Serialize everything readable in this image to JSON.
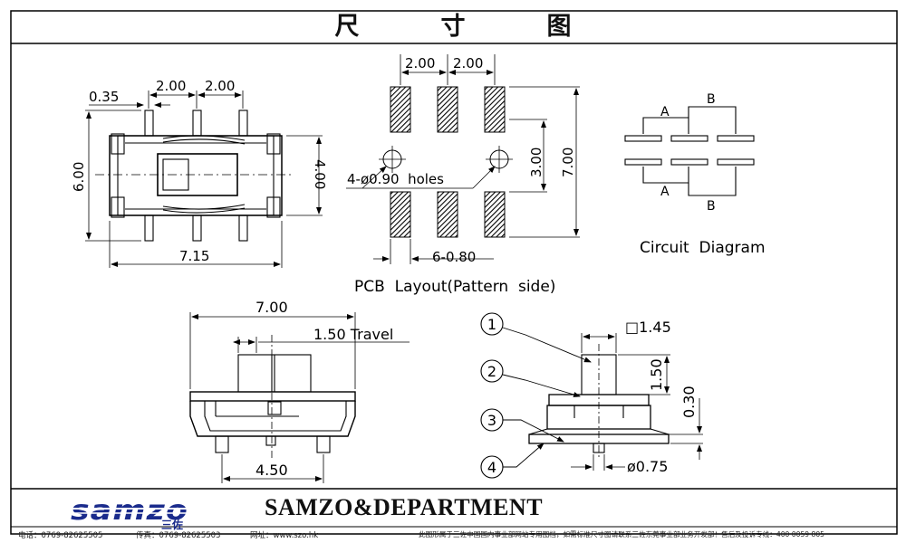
{
  "title": {
    "chars": [
      "尺",
      "寸",
      "图"
    ]
  },
  "top_view": {
    "dims": {
      "pin_width": "0.35",
      "pitch_left": "2.00",
      "pitch_right": "2.00",
      "height": "6.00",
      "body_height": "4.00",
      "length": "7.15"
    }
  },
  "pcb_layout": {
    "dims": {
      "pitch_left": "2.00",
      "pitch_right": "2.00",
      "hole_spacing": "3.00",
      "total_height": "7.00",
      "holes": "4-ø0.90  holes",
      "pad_width": "6-0.80"
    },
    "caption": "PCB  Layout(Pattern  side)"
  },
  "circuit": {
    "labels": {
      "a_top": "A",
      "b_top": "B",
      "a_bottom": "A",
      "b_bottom": "B"
    },
    "caption": "Circuit  Diagram"
  },
  "front_view": {
    "dims": {
      "length": "7.00",
      "travel": "1.50 Travel",
      "pin_span": "4.50"
    }
  },
  "side_view": {
    "dims": {
      "actuator_size": "□1.45",
      "actuator_height": "1.50",
      "frame_height": "0.30",
      "post_diameter": "ø0.75"
    },
    "callouts": [
      "1",
      "2",
      "3",
      "4"
    ]
  },
  "company": {
    "name": "SAMZO&DEPARTMENT",
    "logo_text": "samzo",
    "logo_cn": "三佐"
  },
  "footer": {
    "phone": "电话：0769-82625505",
    "fax": "传真：0769-82625503",
    "website": "网址：www.szo.hk",
    "notice": "此图形属于三佐中国国内事业部网站专用图档，如需标准尺寸图请联系三佐东莞事业部业务开发部！售后及投诉专线：400 0059 805"
  }
}
